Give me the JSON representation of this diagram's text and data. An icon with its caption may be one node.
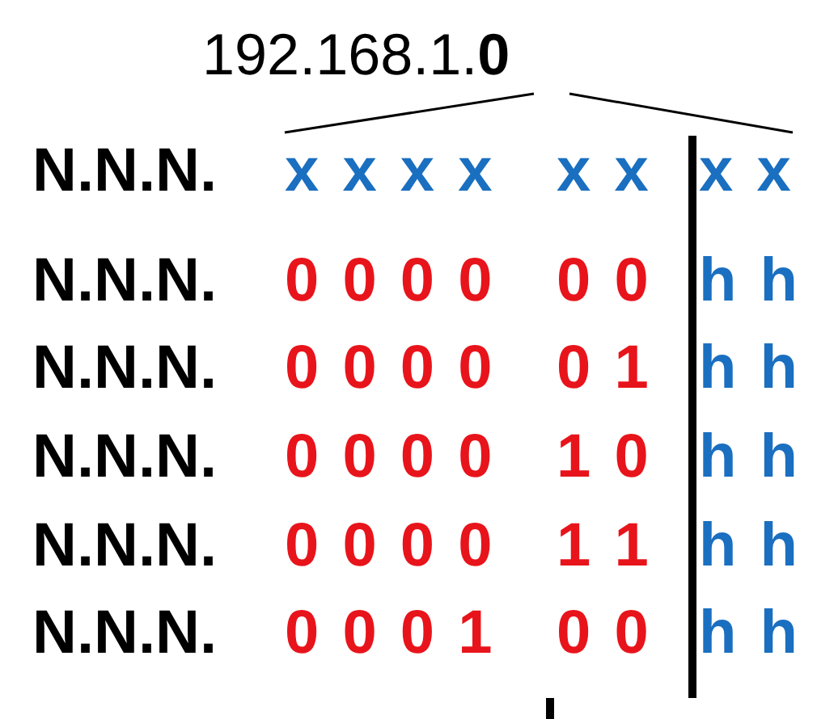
{
  "diagram": {
    "labels": [
      "192.168.1.**0**",
      "N.N.N.",
      "x x x x",
      "x x",
      "x x",
      "N.N.N.",
      "0 0 0 0",
      "0 0",
      "h h",
      "N.N.N.",
      "0 0 0 0",
      "0 1",
      "h h",
      "N.N.N.",
      "0 0 0 0",
      "1 0",
      "h h",
      "N.N.N.",
      "0 0 0 0",
      "1 1",
      "h h",
      "N.N.N.",
      "0 0 0 1",
      "0 0",
      "h h"
    ]
  }
}
